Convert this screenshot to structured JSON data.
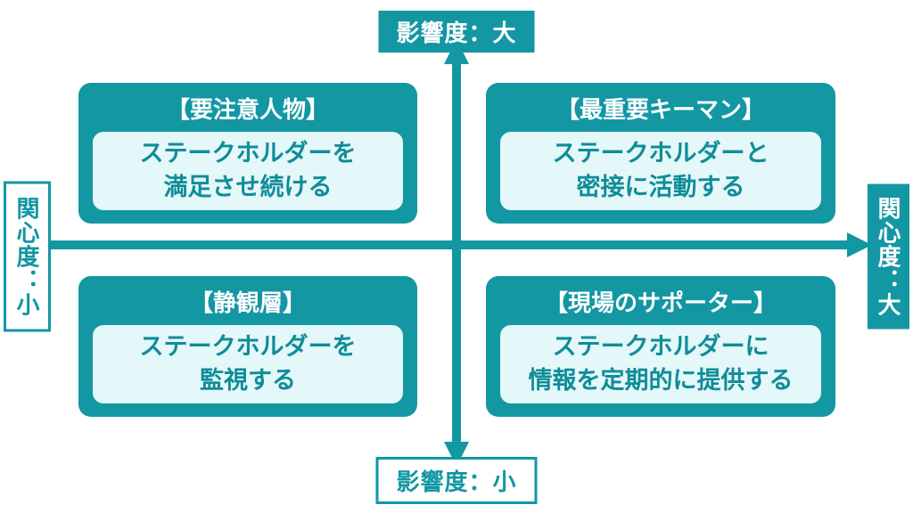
{
  "colors": {
    "teal": "#1297A3",
    "light_panel": "#E4F7F9",
    "white": "#FFFFFF"
  },
  "axes": {
    "top_label": "影響度：大",
    "bottom_label": "影響度：小",
    "left_label": "関心度：小",
    "right_label": "関心度：大"
  },
  "quadrants": {
    "top_left": {
      "title": "【要注意人物】",
      "body": [
        "ステークホルダーを",
        "満足させ続ける"
      ]
    },
    "top_right": {
      "title": "【最重要キーマン】",
      "body": [
        "ステークホルダーと",
        "密接に活動する"
      ]
    },
    "bottom_left": {
      "title": "【静観層】",
      "body": [
        "ステークホルダーを",
        "監視する"
      ]
    },
    "bottom_right": {
      "title": "【現場のサポーター】",
      "body": [
        "ステークホルダーに",
        "情報を定期的に提供する"
      ]
    }
  }
}
